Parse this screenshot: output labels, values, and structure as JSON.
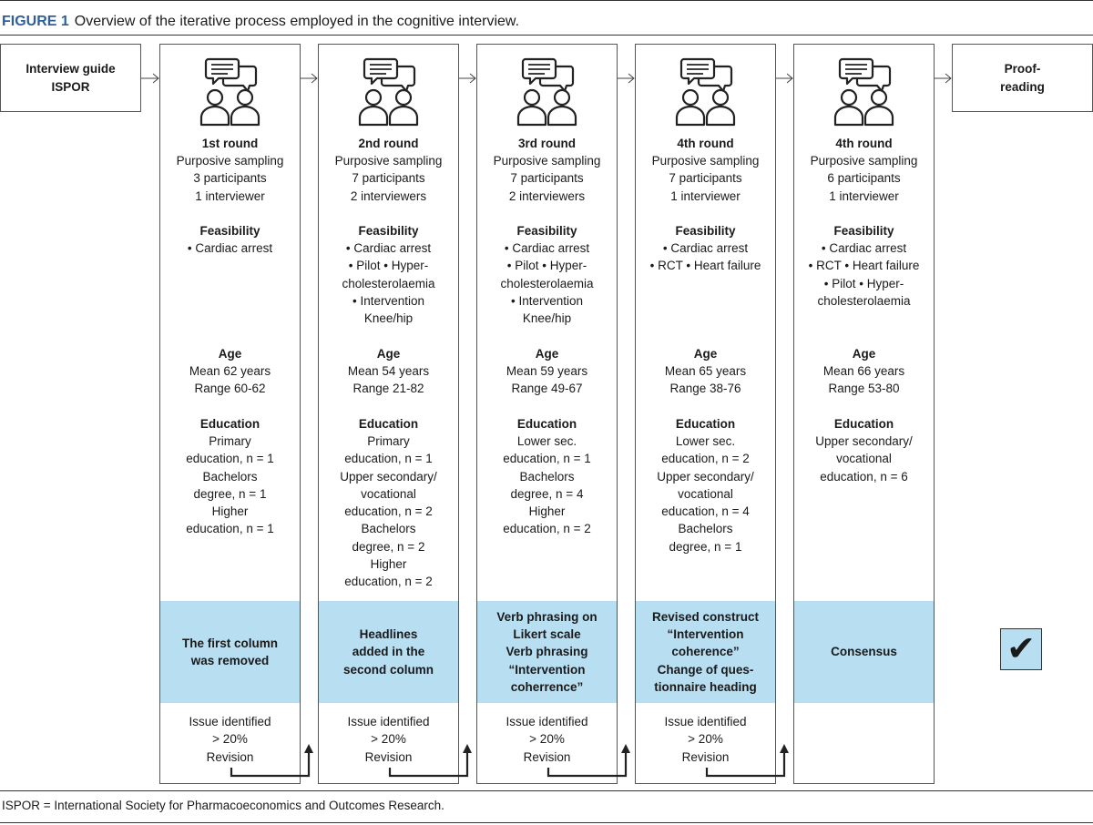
{
  "figure": {
    "label": "FIGURE 1",
    "title": "Overview of the iterative process employed in the cognitive interview."
  },
  "start_box": {
    "line1": "Interview guide",
    "line2": "ISPOR"
  },
  "end_box": {
    "line1": "Proof-",
    "line2": "reading"
  },
  "columns": [
    {
      "round": "1st round",
      "sampling": [
        "Purposive sampling",
        "3 participants",
        "1 interviewer"
      ],
      "feasibility_heading": "Feasibility",
      "feasibility": [
        "• Cardiac arrest"
      ],
      "age_heading": "Age",
      "age": [
        "Mean 62 years",
        "Range 60-62"
      ],
      "education_heading": "Education",
      "education": [
        "Primary",
        "education, n = 1",
        "Bachelors",
        "degree, n = 1",
        "Higher",
        "education, n = 1"
      ],
      "band": [
        "The first column",
        "was removed"
      ],
      "issue": [
        "Issue identified",
        "> 20%",
        "Revision"
      ]
    },
    {
      "round": "2nd round",
      "sampling": [
        "Purposive sampling",
        "7 participants",
        "2 interviewers"
      ],
      "feasibility_heading": "Feasibility",
      "feasibility": [
        "• Cardiac arrest",
        "• Pilot • Hyper-",
        "cholesterolaemia",
        "• Intervention",
        "Knee/hip"
      ],
      "age_heading": "Age",
      "age": [
        "Mean 54 years",
        "Range 21-82"
      ],
      "education_heading": "Education",
      "education": [
        "Primary",
        "education, n = 1",
        "Upper secondary/",
        "vocational",
        "education, n = 2",
        "Bachelors",
        "degree, n = 2",
        "Higher",
        "education, n = 2"
      ],
      "band": [
        "Headlines",
        "added in the",
        "second column"
      ],
      "issue": [
        "Issue identified",
        "> 20%",
        "Revision"
      ]
    },
    {
      "round": "3rd round",
      "sampling": [
        "Purposive sampling",
        "7 participants",
        "2 interviewers"
      ],
      "feasibility_heading": "Feasibility",
      "feasibility": [
        "• Cardiac arrest",
        "• Pilot • Hyper-",
        "cholesterolaemia",
        "• Intervention",
        "Knee/hip"
      ],
      "age_heading": "Age",
      "age": [
        "Mean 59 years",
        "Range 49-67"
      ],
      "education_heading": "Education",
      "education": [
        "Lower sec.",
        "education, n = 1",
        "Bachelors",
        "degree, n = 4",
        "Higher",
        "education, n = 2"
      ],
      "band": [
        "Verb phrasing on",
        "Likert scale",
        "Verb phrasing",
        "“Intervention",
        "coherrence”"
      ],
      "issue": [
        "Issue identified",
        "> 20%",
        "Revision"
      ]
    },
    {
      "round": "4th round",
      "sampling": [
        "Purposive sampling",
        "7 participants",
        "1 interviewer"
      ],
      "feasibility_heading": "Feasibility",
      "feasibility": [
        "• Cardiac arrest",
        "• RCT • Heart failure"
      ],
      "age_heading": "Age",
      "age": [
        "Mean 65 years",
        "Range 38-76"
      ],
      "education_heading": "Education",
      "education": [
        "Lower sec.",
        "education, n = 2",
        "Upper secondary/",
        "vocational",
        "education, n = 4",
        "Bachelors",
        "degree, n = 1"
      ],
      "band": [
        "Revised construct",
        "“Intervention",
        "coherence”",
        "Change of ques-",
        "tionnaire heading"
      ],
      "issue": [
        "Issue identified",
        "> 20%",
        "Revision"
      ]
    },
    {
      "round": "4th round",
      "sampling": [
        "Purposive sampling",
        "6 participants",
        "1 interviewer"
      ],
      "feasibility_heading": "Feasibility",
      "feasibility": [
        "• Cardiac arrest",
        "• RCT • Heart failure",
        "• Pilot • Hyper-",
        "cholesterolaemia"
      ],
      "age_heading": "Age",
      "age": [
        "Mean 66 years",
        "Range 53-80"
      ],
      "education_heading": "Education",
      "education": [
        "Upper secondary/",
        "vocational",
        "education, n = 6"
      ],
      "band": [
        "Consensus"
      ],
      "issue": []
    }
  ],
  "checkmark": "✔",
  "footnote": "ISPOR = International Society for Pharmacoeconomics and Outcomes Research.",
  "colors": {
    "band": "#b8def2",
    "label": "#2f5f98"
  }
}
